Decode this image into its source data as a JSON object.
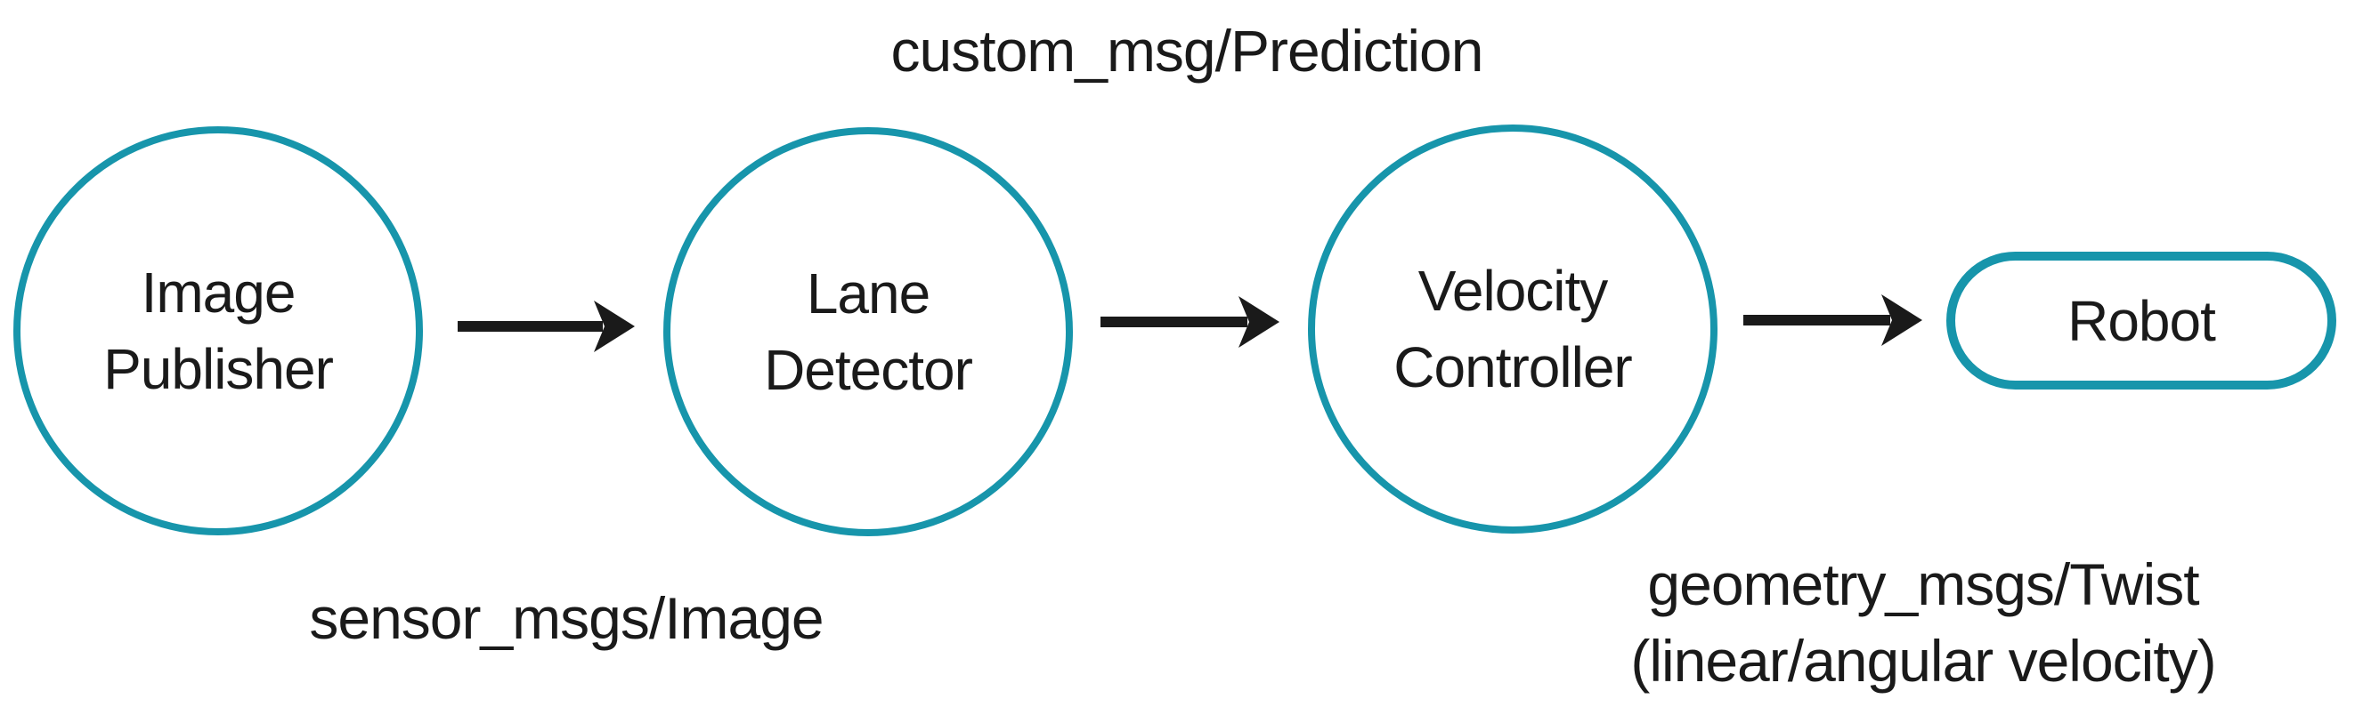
{
  "theme": {
    "accent": "#1795ab",
    "ink": "#1a1a1a",
    "bg": "#ffffff"
  },
  "diagram": {
    "type": "pipeline-flow",
    "nodes": [
      {
        "id": "image-publisher",
        "shape": "circle",
        "lines": [
          "Image",
          "Publisher"
        ]
      },
      {
        "id": "lane-detector",
        "shape": "circle",
        "lines": [
          "Lane",
          "Detector"
        ]
      },
      {
        "id": "velocity-controller",
        "shape": "circle",
        "lines": [
          "Velocity",
          "Controller"
        ]
      },
      {
        "id": "robot",
        "shape": "rounded-rect",
        "lines": [
          "Robot"
        ]
      }
    ],
    "edges": [
      {
        "from": "image-publisher",
        "to": "lane-detector",
        "topic": "sensor_msgs/Image"
      },
      {
        "from": "lane-detector",
        "to": "velocity-controller",
        "topic": "custom_msg/Prediction"
      },
      {
        "from": "velocity-controller",
        "to": "robot",
        "topic": "geometry_msgs/Twist (linear/angular velocity)"
      }
    ],
    "labels": {
      "top": "custom_msg/Prediction",
      "bottom_left": "sensor_msgs/Image",
      "bottom_right": [
        "geometry_msgs/Twist",
        "(linear/angular velocity)"
      ]
    }
  }
}
